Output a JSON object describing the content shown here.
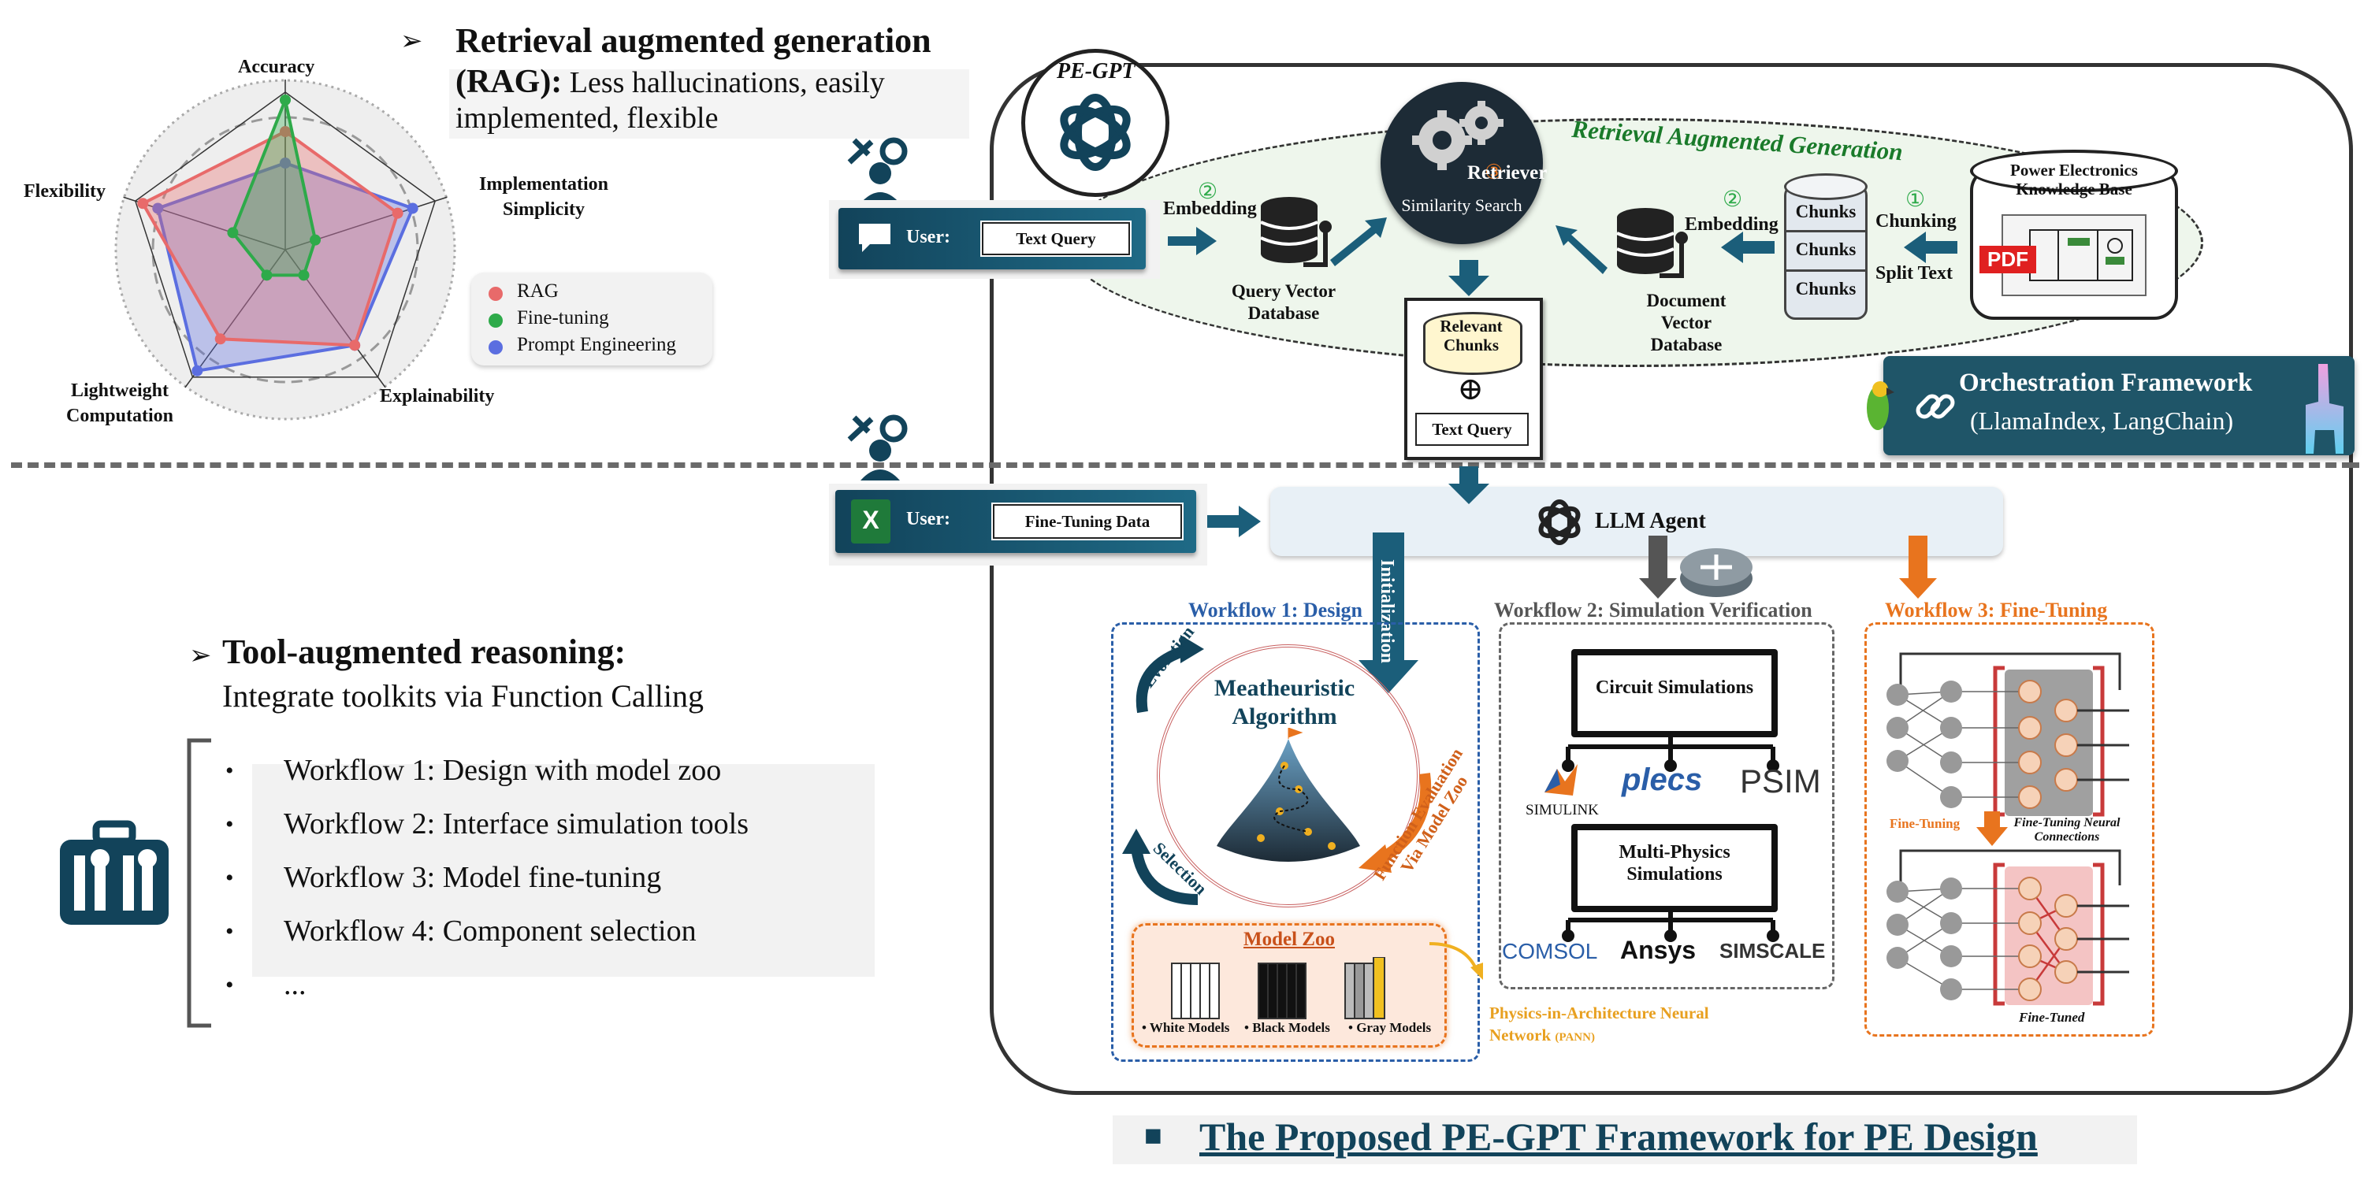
{
  "radar": {
    "axes": [
      "Accuracy",
      "Implementation Simplicity",
      "Explainability",
      "Lightweight Computation",
      "Flexibility"
    ],
    "legend": [
      {
        "name": "RAG",
        "color": "#e86a6a"
      },
      {
        "name": "Fine-tuning",
        "color": "#2eaa4a"
      },
      {
        "name": "Prompt Engineering",
        "color": "#5b6ee0"
      }
    ]
  },
  "chart_data": {
    "type": "radar",
    "categories": [
      "Accuracy",
      "Implementation Simplicity",
      "Explainability",
      "Lightweight Computation",
      "Flexibility"
    ],
    "series": [
      {
        "name": "RAG",
        "values": [
          0.75,
          0.75,
          0.75,
          0.7,
          0.95
        ]
      },
      {
        "name": "Fine-tuning",
        "values": [
          0.95,
          0.2,
          0.2,
          0.2,
          0.35
        ]
      },
      {
        "name": "Prompt Engineering",
        "values": [
          0.55,
          0.85,
          0.75,
          0.95,
          0.85
        ]
      }
    ]
  },
  "rag_heading": {
    "title": "Retrieval augmented generation",
    "title2": "(RAG):",
    "desc1": " Less hallucinations, easily",
    "desc2": "implemented, flexible"
  },
  "tool_heading": {
    "title": "Tool-augmented reasoning:",
    "desc": "Integrate toolkits via Function Calling",
    "items": [
      "Workflow 1: Design with model zoo",
      "Workflow 2: Interface simulation tools",
      "Workflow 3: Model fine-tuning",
      "Workflow 4: Component selection",
      "..."
    ],
    "bullet": "•"
  },
  "rag_pipeline": {
    "logo_label": "PE-GPT",
    "title": "Retrieval Augmented Generation",
    "user_label": "User:",
    "user_query": "Text Query",
    "embedding_left": "Embedding",
    "step_embed_left": "②",
    "query_db": "Query Vector Database",
    "retriever": "Retriever",
    "step_retriever": "③",
    "similarity": "Similarity Search",
    "doc_db": "Document Vector Database",
    "embedding_right": "Embedding",
    "step_embed_right": "②",
    "chunks": [
      "Chunks",
      "Chunks",
      "Chunks"
    ],
    "step_chunking": "①",
    "chunking": "Chunking",
    "split_text": "Split Text",
    "kb_title": "Power Electronics Knowledge Base",
    "pdf": "PDF",
    "relevant_chunks": "Relevant Chunks",
    "plus": "⊕",
    "text_query": "Text Query"
  },
  "orchestration": {
    "title": "Orchestration Framework",
    "subtitle": "(LlamaIndex, LangChain)"
  },
  "agent": {
    "user_label": "User:",
    "user_data": "Fine-Tuning Data",
    "excel": "X",
    "llm": "LLM Agent",
    "initialization": "Initialization"
  },
  "workflow1": {
    "title": "Workflow 1: Design",
    "algorithm": "Meatheuristic Algorithm",
    "evolution": "Evolution",
    "selection": "Selection",
    "function_eval": "Function Evaluation Via Model Zoo",
    "model_zoo": "Model Zoo",
    "white": "• White Models",
    "black": "• Black Models",
    "gray": "• Gray Models",
    "pann": "Physics-in-Architecture Neural Network",
    "pann_abbr": "(PANN)"
  },
  "workflow2": {
    "title": "Workflow 2: Simulation Verification",
    "circuit": "Circuit Simulations",
    "multi": "Multi-Physics Simulations",
    "simulink": "SIMULINK",
    "plecs": "plecs",
    "psim": "PSIM",
    "comsol": "COMSOL",
    "ansys": "Ansys",
    "simscale": "SIMSCALE"
  },
  "workflow3": {
    "title": "Workflow 3: Fine-Tuning",
    "fine_tuning": "Fine-Tuning",
    "ft_neural": "Fine-Tuning Neural Connections",
    "fine_tuned": "Fine-Tuned"
  },
  "footer": {
    "square": "■",
    "title": "The Proposed PE-GPT Framework for PE Design"
  },
  "colors": {
    "navy": "#12435a",
    "rag_green": "#1a7a2a",
    "wf1_blue": "#2a5ea8",
    "wf3_orange": "#e8741e",
    "rag_red": "#e86a6a",
    "ft_green": "#2eaa4a",
    "pe_blue": "#5b6ee0"
  }
}
